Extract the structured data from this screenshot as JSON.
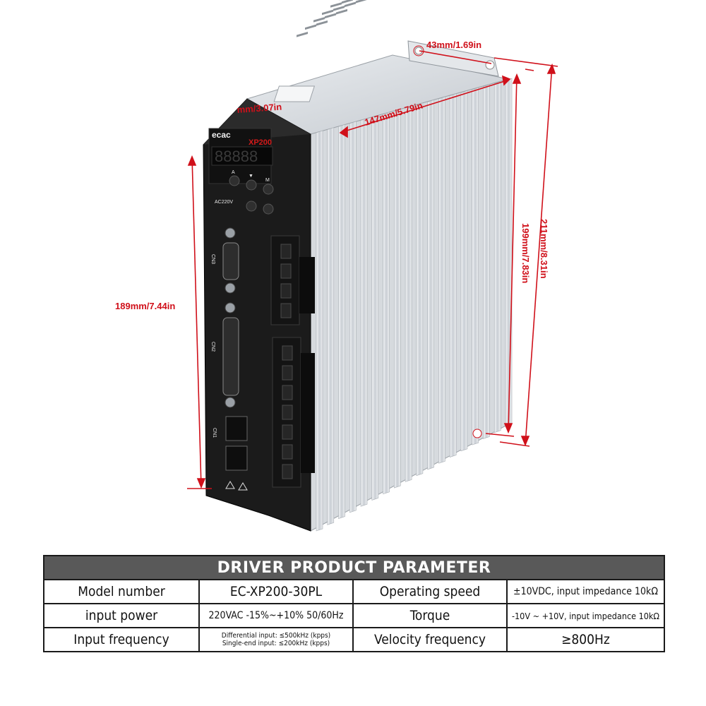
{
  "product": {
    "brand": "ecac",
    "model_badge": "XP200",
    "display_digits": "88888",
    "keys": [
      "A",
      "▼",
      "M"
    ],
    "power_label": "AC220V",
    "connectors": [
      "CN3",
      "CN2",
      "CN1"
    ]
  },
  "dimensions": {
    "top_depth": "43mm/1.69in",
    "front_width": "mm/3.07in",
    "side_depth": "147mm/5.79in",
    "front_height": "189mm/7.44in",
    "mount_height": "199mm/7.83in",
    "total_height": "211mm/8.31in"
  },
  "colors": {
    "dimension": "#d0101a",
    "header_bg": "#595959",
    "panel": "#1e1e1e",
    "heatsink": "#d9dde2"
  },
  "table": {
    "title": "DRIVER PRODUCT PARAMETER",
    "rows": [
      {
        "label1": "Model number",
        "value1": "EC-XP200-30PL",
        "label2": "Operating speed",
        "value2": "±10VDC, input impedance 10kΩ"
      },
      {
        "label1": "input power",
        "value1": "220VAC -15%~+10% 50/60Hz",
        "label2": "Torque",
        "value2": "-10V ~ +10V, input impedance 10kΩ"
      },
      {
        "label1": "Input frequency",
        "value1_line1": "Differential input: ≤500kHz (kpps)",
        "value1_line2": "Single-end input: ≤200kHz (kpps)",
        "label2": "Velocity frequency",
        "value2": "≥800Hz"
      }
    ]
  }
}
